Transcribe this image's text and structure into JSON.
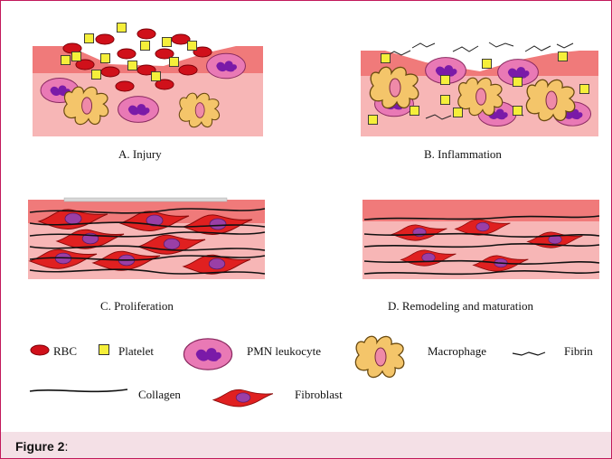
{
  "panels": {
    "a": {
      "label": "A. Injury"
    },
    "b": {
      "label": "B. Inflammation"
    },
    "c": {
      "label": "C. Proliferation"
    },
    "d": {
      "label": "D. Remodeling and maturation"
    }
  },
  "legend": {
    "rbc": "RBC",
    "platelet": "Platelet",
    "pmn": "PMN leukocyte",
    "macrophage": "Macrophage",
    "fibrin": "Fibrin",
    "collagen": "Collagen",
    "fibroblast": "Fibroblast"
  },
  "caption": {
    "title": "Figure 2",
    "suffix": ":"
  },
  "colors": {
    "tissue_light": "#f7b6b6",
    "tissue_dark": "#f07a7a",
    "rbc": "#d0101a",
    "platelet": "#f5ef3a",
    "pmn_body": "#e979b5",
    "pmn_nucleus": "#7a1aa8",
    "macrophage": "#f4c56a",
    "fibroblast": "#e02020",
    "fibroblast_nucleus": "#9a3fa6",
    "caption_bg": "#f4e0e6"
  }
}
